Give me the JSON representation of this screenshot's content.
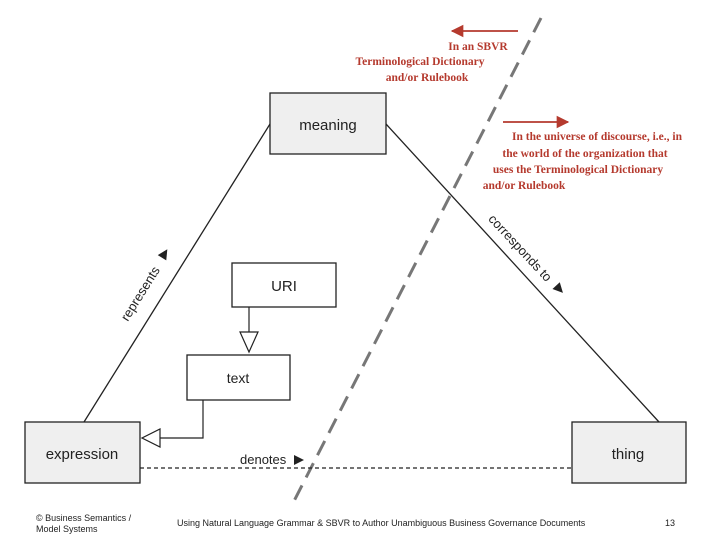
{
  "nodes": {
    "meaning": "meaning",
    "uri": "URI",
    "text": "text",
    "expression": "expression",
    "thing": "thing"
  },
  "edges": {
    "represents": "represents",
    "corresponds_to": "corresponds to",
    "denotes": "denotes"
  },
  "annotations": {
    "sbvr": [
      "In an SBVR",
      "Terminological Dictionary",
      "and/or Rulebook"
    ],
    "universe": [
      "In the universe of discourse, i.e., in",
      "the world of the organization that",
      "uses the Terminological Dictionary",
      "and/or Rulebook"
    ]
  },
  "colors": {
    "accent": "#b53a2e",
    "box_fill": "#efefef",
    "line": "#222222",
    "divider": "#777777"
  },
  "footer": {
    "copyright_line1": "© Business Semantics /",
    "copyright_line2": "Model Systems",
    "title": "Using Natural Language Grammar & SBVR to Author Unambiguous Business Governance Documents",
    "page": "13"
  }
}
